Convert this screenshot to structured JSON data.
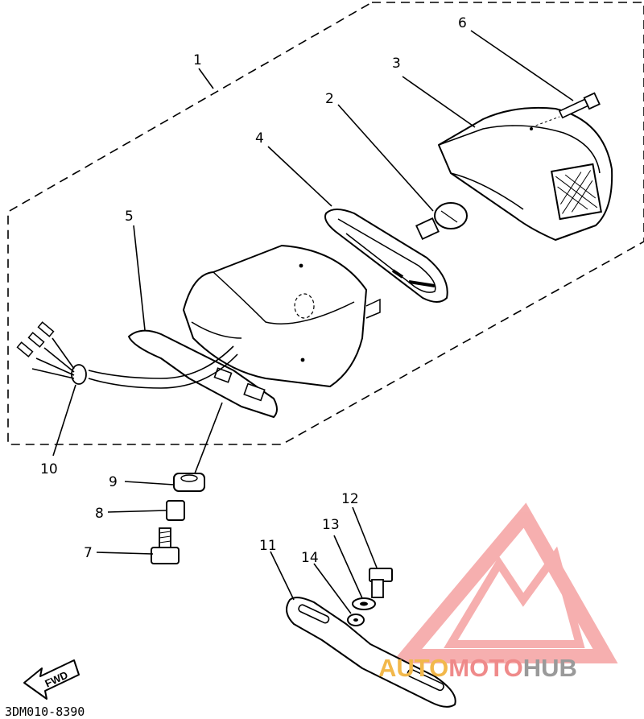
{
  "callouts": {
    "c1": "1",
    "c2": "2",
    "c3": "3",
    "c4": "4",
    "c5": "5",
    "c6": "6",
    "c7": "7",
    "c8": "8",
    "c9": "9",
    "c10": "10",
    "c11": "11",
    "c12": "12",
    "c13": "13",
    "c14": "14"
  },
  "diagram_code": "3DM010-8390",
  "fwd_label": "FWD",
  "watermark": {
    "part1": "AUTO",
    "part2": "MOTO",
    "part3": "HUB",
    "color_auto": "#f2b84b",
    "color_moto": "#ef8a8a",
    "color_hub": "#9a9a9a"
  }
}
